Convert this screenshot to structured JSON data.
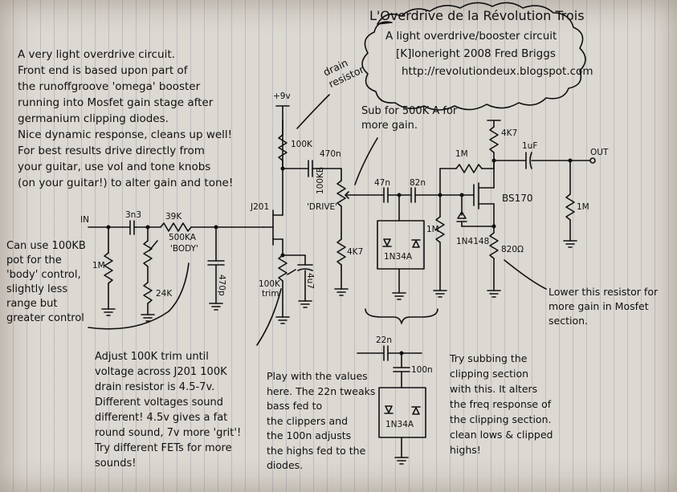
{
  "title": {
    "line1": "L'Overdrive de la Révolution Trois",
    "line2": "A light overdrive/booster circuit",
    "line3": "[K]loneright 2008 Fred Briggs",
    "line4": "http://revolutiondeux.blogspot.com"
  },
  "notes": {
    "intro": "A very light overdrive circuit.\nFront end is based upon part of\nthe runoffgroove 'omega' booster\nrunning into Mosfet gain stage after\ngermanium clipping diodes.\nNice dynamic response, cleans up well!\nFor best results drive directly from\nyour guitar, use vol and tone knobs\n(on your guitar!) to alter gain and tone!",
    "drain_resistor": "drain\nresistor",
    "sub_500k": "Sub for 500K A for\nmore gain.",
    "body_pot": "Can use 100KB\npot for the\n'body' control,\nslightly less\nrange but\ngreater control",
    "trim": "Adjust 100K trim until\nvoltage across J201 100K\ndrain resistor is 4.5-7v.\nDifferent voltages sound\ndifferent! 4.5v gives a fat\nround sound, 7v more 'grit'!\nTry different FETs for more\nsounds!",
    "play_values": "Play with the values\nhere. The 22n tweaks\nbass fed to\nthe clippers and\nthe 100n adjusts\nthe highs fed to the\ndiodes.",
    "try_subbing": "Try subbing the\nclipping section\nwith this. It alters\nthe freq response of\nthe clipping section.\nclean lows & clipped\nhighs!",
    "lower_resistor": "Lower this resistor for\nmore gain in Mosfet\nsection."
  },
  "labels": {
    "in": "IN",
    "out": "OUT",
    "plus9v": "+9v",
    "c_3n3": "3n3",
    "r_39k": "39K",
    "r_1m_in": "1M",
    "pot_500ka": "500KA",
    "body": "'BODY'",
    "r_24k": "24K",
    "c_470p": "470p",
    "jfet": "J201",
    "r_100k_drain": "100K",
    "trim_100k": "100K",
    "trim": "trim",
    "c_4u7": "4u7",
    "c_470n": "470n",
    "pot_100kb": "100KB",
    "drive": "'DRIVE'",
    "r_4k7_drive": "4K7",
    "c_47n": "47n",
    "c_82n": "82n",
    "diode_1n34a": "1N34A",
    "r_1m_gate": "1M",
    "r_1m_bias": "1M",
    "r_4k7_mos": "4K7",
    "c_1uf": "1uF",
    "mosfet": "BS170",
    "diode_1n4148": "1N4148",
    "r_820": "820Ω",
    "r_1m_out": "1M",
    "alt_c_22n": "22n",
    "alt_c_100n": "100n",
    "alt_diode": "1N34A"
  },
  "colors": {
    "ink": "#111111",
    "paper": "#dcd8d2",
    "rule": "#8a8aa0"
  }
}
